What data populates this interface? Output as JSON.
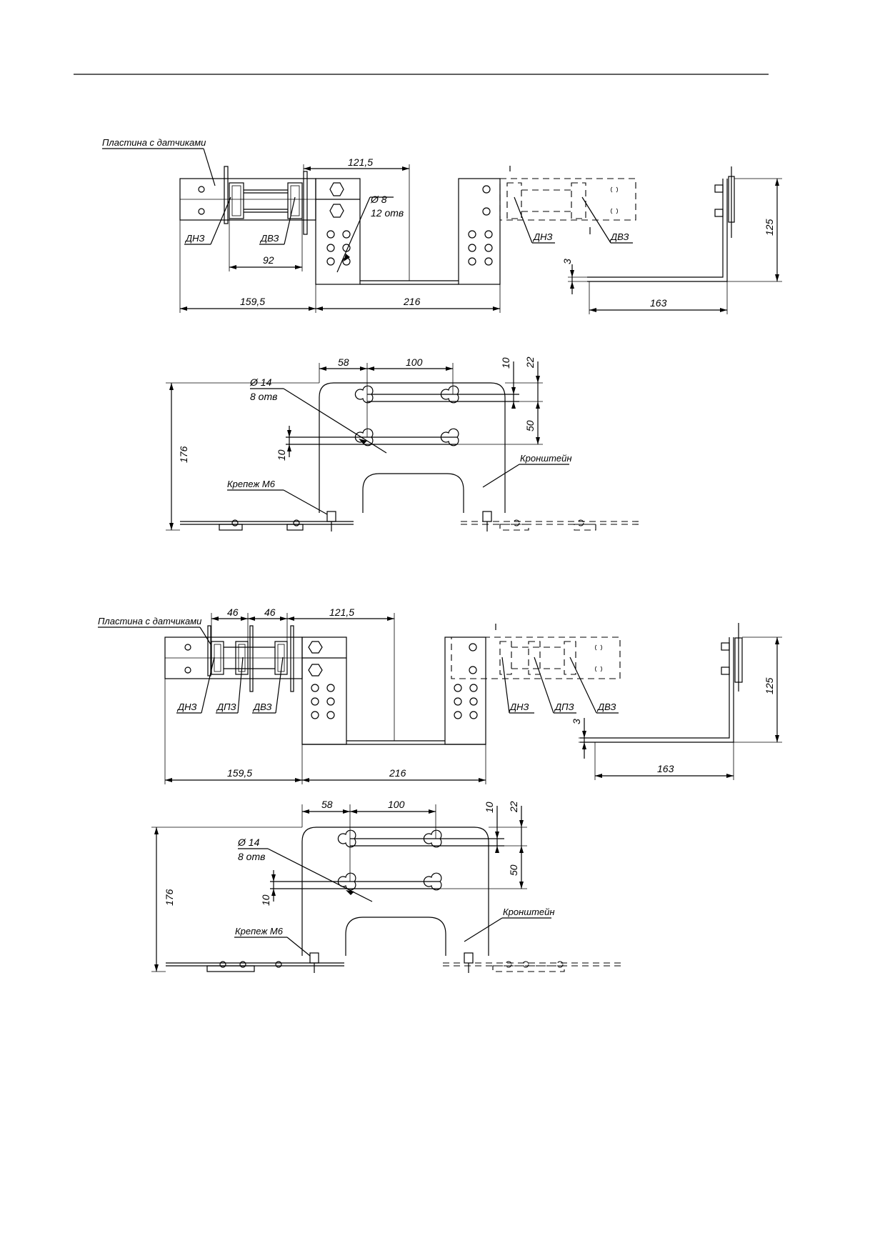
{
  "labels": {
    "plate_with_sensors": "Пластина с датчиками",
    "dnz": "ДНЗ",
    "dvz": "ДВЗ",
    "dpz": "ДПЗ",
    "bracket": "Кронштейн",
    "fastener": "Крепеж М6",
    "holes_8": "Ø 8",
    "holes_8_count": "12 отв",
    "holes_14": "Ø 14",
    "holes_14_count": "8 отв"
  },
  "dimensions": {
    "d121_5": "121,5",
    "d92": "92",
    "d159_5": "159,5",
    "d216": "216",
    "d163": "163",
    "d125": "125",
    "d3": "3",
    "d58": "58",
    "d100": "100",
    "d10": "10",
    "d22": "22",
    "d50": "50",
    "d176": "176",
    "d46": "46"
  }
}
